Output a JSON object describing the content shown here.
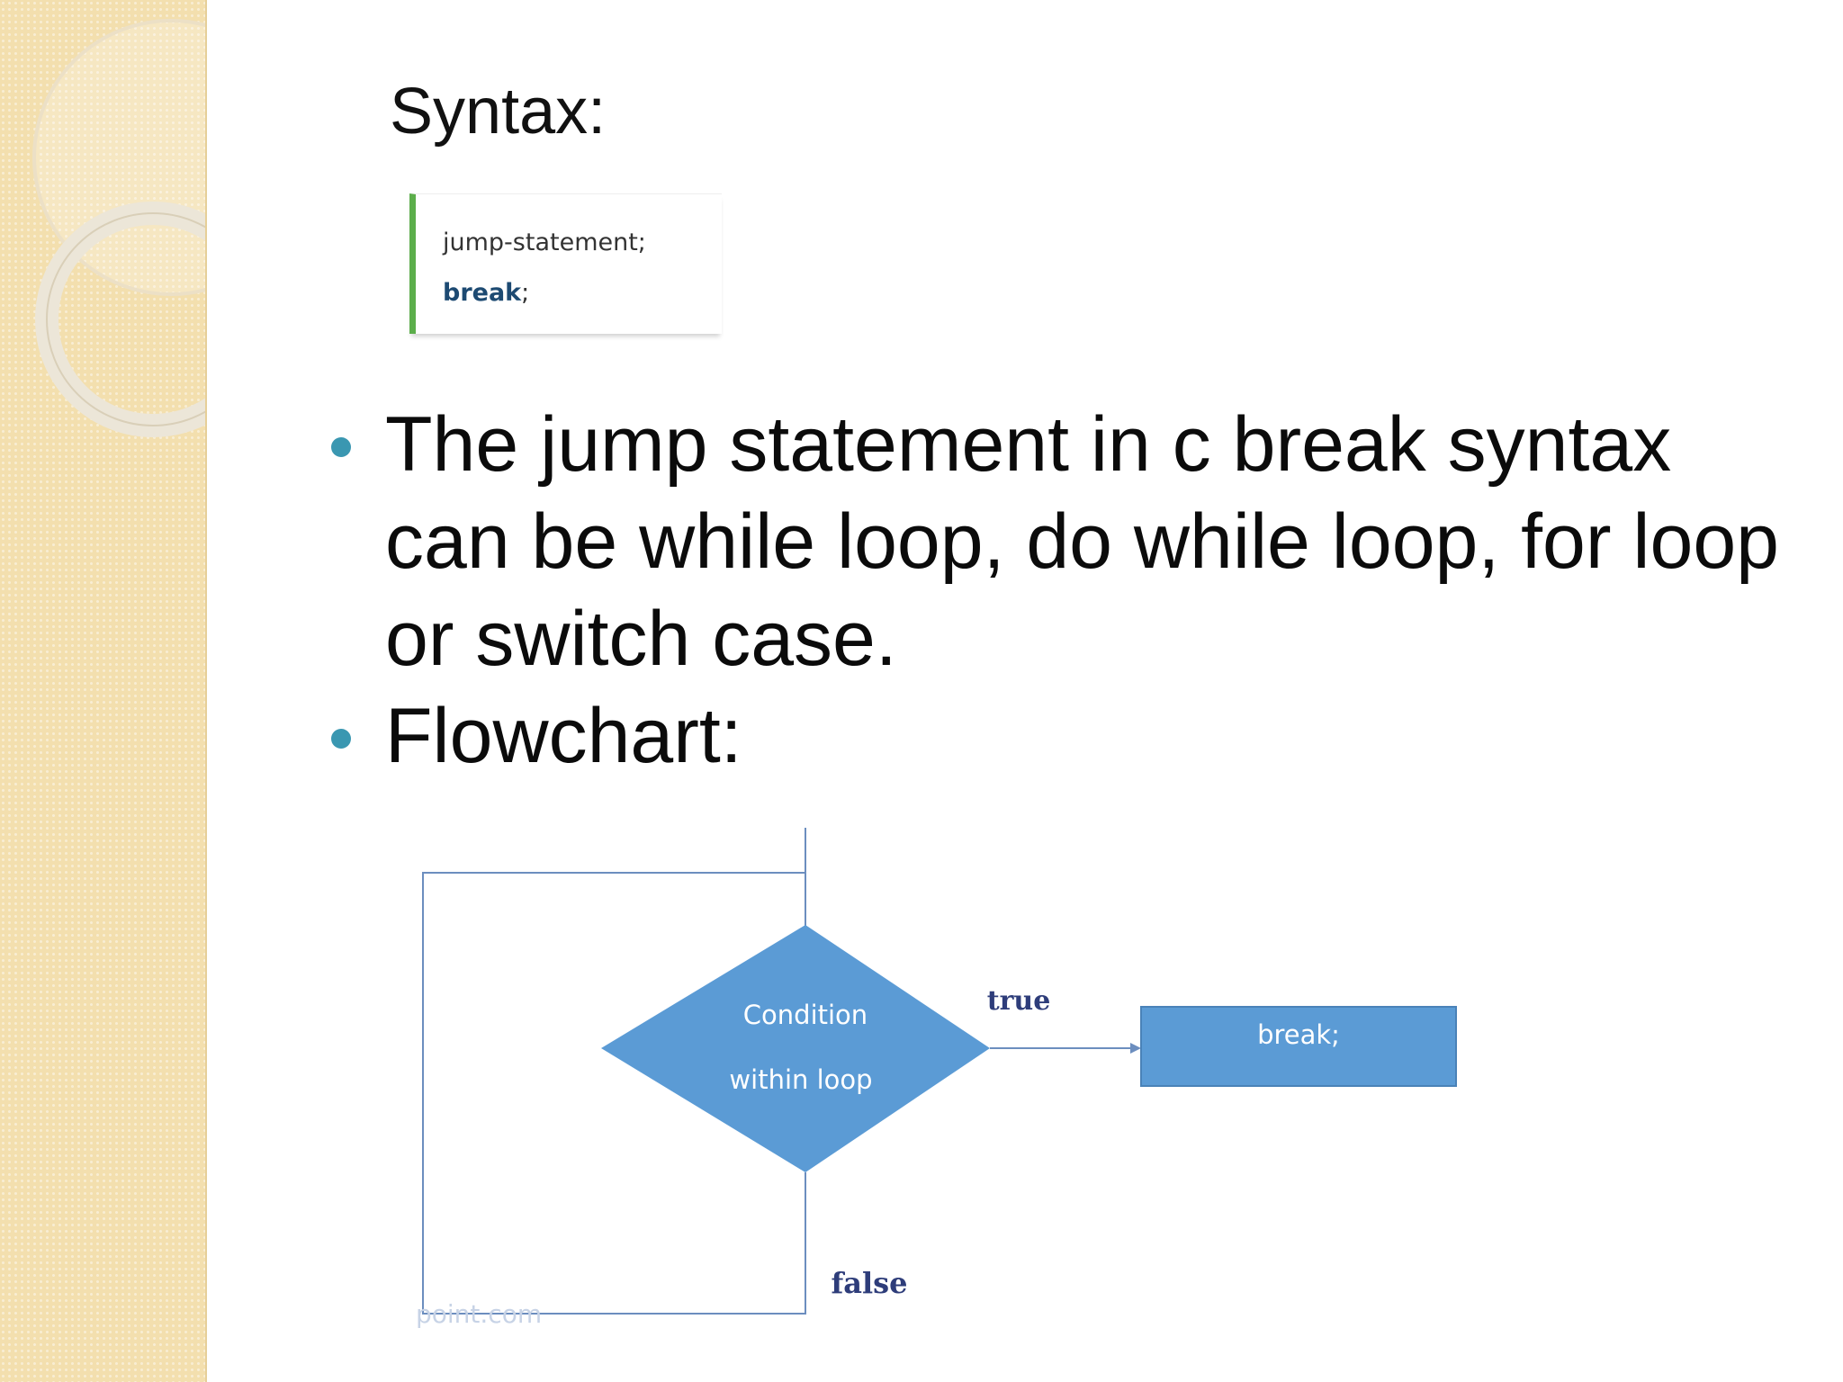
{
  "syntax": {
    "heading": "Syntax:",
    "code_line_1": "jump-statement;",
    "code_keyword": "break",
    "code_semicolon": ";"
  },
  "bullets": [
    {
      "text": "The jump statement in c break syntax can be while loop, do while loop, for loop or switch case."
    },
    {
      "text": "Flowchart:"
    }
  ],
  "flowchart": {
    "condition_line_1": "Condition",
    "condition_line_2": "within loop",
    "true_label": "true",
    "false_label": "false",
    "action_label": "break;",
    "watermark": "point.com",
    "colors": {
      "shape_fill": "#5b9bd5",
      "line": "#6c8ebf",
      "label": "#2e3d7a"
    }
  },
  "theme": {
    "sidebar_color": "#f3dfae",
    "bullet_color": "#3a97b1",
    "code_accent": "#5cae4b"
  }
}
